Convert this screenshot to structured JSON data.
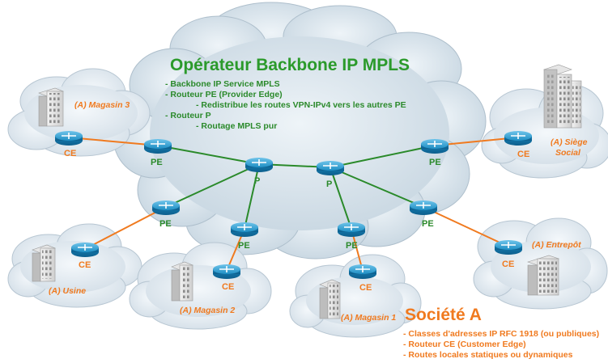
{
  "backbone": {
    "title": "Opérateur Backbone IP MPLS",
    "bullets": [
      "- Backbone IP Service MPLS",
      "- Routeur PE (Provider Edge)",
      "- Redistribue les routes VPN-IPv4 vers les autres PE",
      "- Routeur P",
      "- Routage MPLS pur"
    ]
  },
  "societe": {
    "title": "Société A",
    "bullets": [
      "- Classes d'adresses IP RFC 1918 (ou publiques)",
      "- Routeur CE (Customer Edge)",
      "- Routes locales statiques ou dynamiques"
    ]
  },
  "labels": {
    "pe": "PE",
    "p": "P",
    "ce": "CE"
  },
  "sites": {
    "magasin3": "(A) Magasin 3",
    "siege_line1": "(A) Siège",
    "siege_line2": "Social",
    "usine": "(A) Usine",
    "magasin2": "(A) Magasin 2",
    "magasin1": "(A) Magasin 1",
    "entrepot": "(A) Entrepôt"
  },
  "colors": {
    "core_link": "#2a8a2a",
    "access_link": "#f07a1f",
    "router_body": "#1d8fc6",
    "cloud_fill": "#d9e6ee"
  }
}
